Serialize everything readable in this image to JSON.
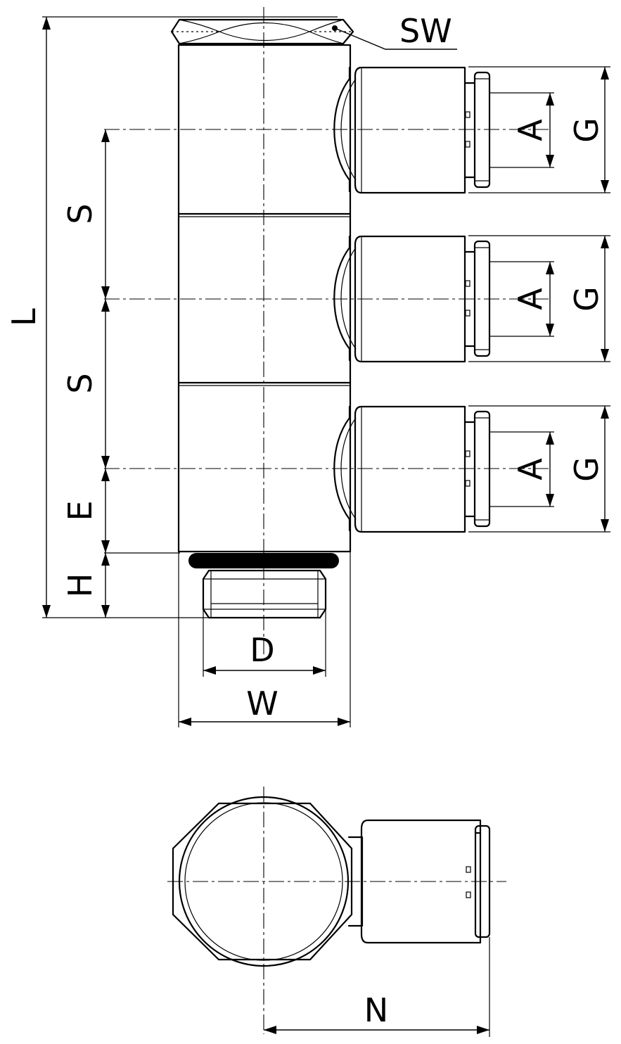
{
  "labels": {
    "sw": "SW",
    "l": "L",
    "s": "S",
    "e": "E",
    "h": "H",
    "d": "D",
    "w": "W",
    "a": "A",
    "g": "G",
    "n": "N"
  },
  "outlets": 3,
  "colors": {
    "line": "#000000",
    "oring": "#000000",
    "background": "#ffffff"
  }
}
